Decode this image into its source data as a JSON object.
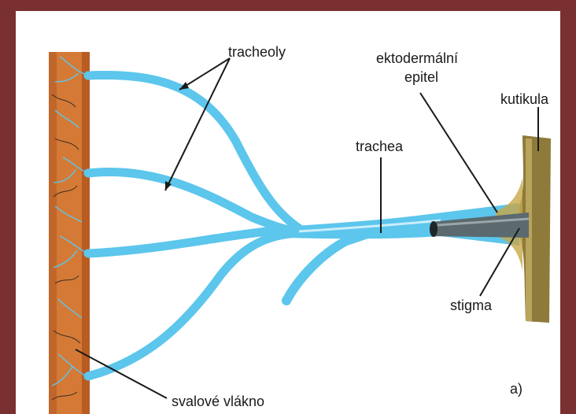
{
  "labels": {
    "tracheoly": "tracheoly",
    "ektodermalni": "ektodermální",
    "epitel": "epitel",
    "kutikula": "kutikula",
    "trachea": "trachea",
    "stigma": "stigma",
    "svalove_vlakno": "svalové vlákno",
    "panel": "a)"
  },
  "colors": {
    "background_border": "#7a3030",
    "trachea": "#5cc6ec",
    "trachea_highlight": "#c9eefa",
    "muscle": "#d47a36",
    "cuticle": "#8e7a3a",
    "stigma_tube": "#5a6a6e"
  }
}
